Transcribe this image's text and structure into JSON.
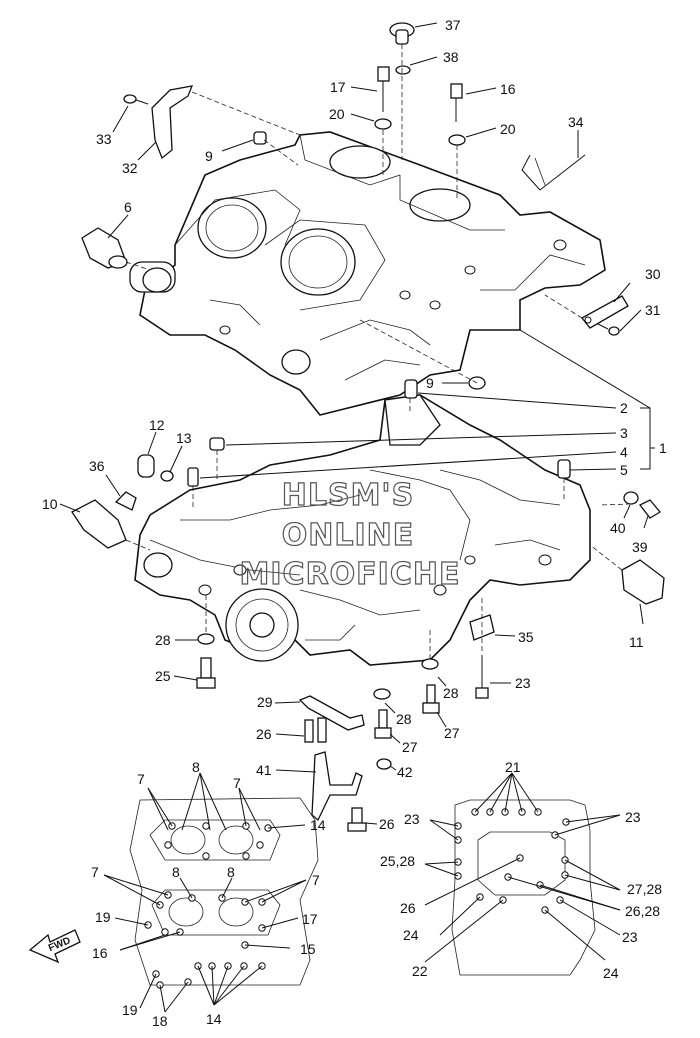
{
  "watermark": {
    "line1": "HLSM'S",
    "line2": "ONLINE",
    "line3": "MICROFICHE"
  },
  "fwd_label": "FWD",
  "callouts": {
    "c37": "37",
    "c38": "38",
    "c17a": "17",
    "c16a": "16",
    "c20a": "20",
    "c20b": "20",
    "c34": "34",
    "c33": "33",
    "c32": "32",
    "c9a": "9",
    "c6": "6",
    "c30": "30",
    "c31": "31",
    "c9b": "9",
    "c2": "2",
    "c3": "3",
    "c1": "1",
    "c4": "4",
    "c5": "5",
    "c12": "12",
    "c13": "13",
    "c36": "36",
    "c10": "10",
    "c40": "40",
    "c39": "39",
    "c11": "11",
    "c28a": "28",
    "c25": "25",
    "c35": "35",
    "c23a": "23",
    "c28b": "28",
    "c29": "29",
    "c28c": "28",
    "c26a": "26",
    "c27a": "27",
    "c27b": "27",
    "c41": "41",
    "c42": "42",
    "c26b": "26",
    "c7a": "7",
    "c8a": "8",
    "c7b": "7",
    "c14a": "14",
    "c21": "21",
    "c23b": "23",
    "c23c": "23",
    "c2528": "25,28",
    "c7c": "7",
    "c8b": "8",
    "c8c": "8",
    "c7d": "7",
    "c2728": "27,28",
    "c19a": "19",
    "c17b": "17",
    "c26c": "26",
    "c2628": "26,28",
    "c16b": "16",
    "c15": "15",
    "c24a": "24",
    "c23d": "23",
    "c19b": "19",
    "c18": "18",
    "c14b": "14",
    "c22": "22",
    "c24b": "24"
  }
}
